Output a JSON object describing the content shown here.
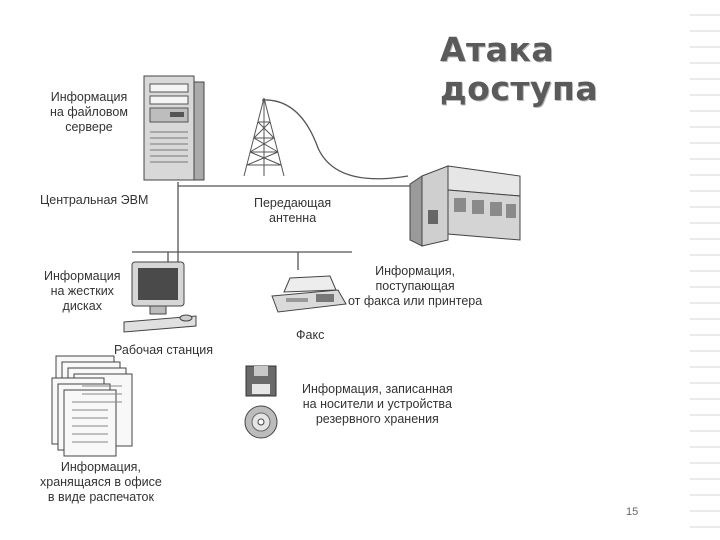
{
  "title": "Атака доступа",
  "page_number": "15",
  "labels": {
    "file_server": [
      "Информация",
      "на файловом",
      "сервере"
    ],
    "central_computer": "Центральная ЭВМ",
    "antenna": [
      "Передающая",
      "антенна"
    ],
    "hard_disks": [
      "Информация",
      "на жестких",
      "дисках"
    ],
    "fax_printer": [
      "Информация,",
      "поступающая",
      "от факса или принтера"
    ],
    "workstation": "Рабочая станция",
    "fax": "Факс",
    "backup": [
      "Информация, записанная",
      "на носители и устройства",
      "резервного хранения"
    ],
    "printouts": [
      "Информация,",
      "хранящаяся в офисе",
      "в виде распечаток"
    ]
  },
  "icons": {
    "server": "server-tower-icon",
    "antenna": "radio-antenna-icon",
    "mainframe": "mainframe-icon",
    "workstation": "workstation-monitor-icon",
    "fax": "fax-machine-icon",
    "floppy": "floppy-disk-icon",
    "cd": "cd-disc-icon",
    "papers": "paper-stack-icon"
  }
}
